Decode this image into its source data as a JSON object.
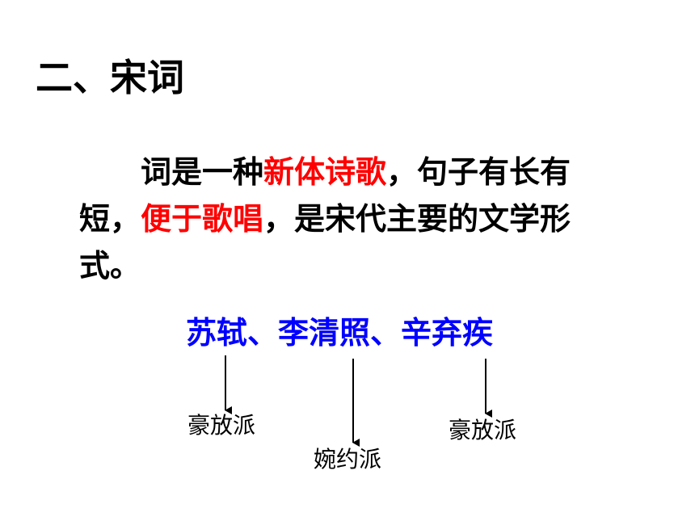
{
  "title": "二、宋词",
  "paragraph": {
    "line1_pre": "词是一种",
    "line1_hl": "新体诗歌",
    "line1_post": "，句子有长有",
    "line2_pre": "短，",
    "line2_hl": "便于歌唱",
    "line2_post": "，是宋代主要的文学形",
    "line3": "式。"
  },
  "poets": "苏轼、李清照、辛弃疾",
  "schools": {
    "su_shi": "豪放派",
    "li_qingzhao": "婉约派",
    "xin_qiji": "豪放派"
  },
  "colors": {
    "highlight": "#ff0000",
    "poets": "#0000ff",
    "text": "#000000"
  }
}
